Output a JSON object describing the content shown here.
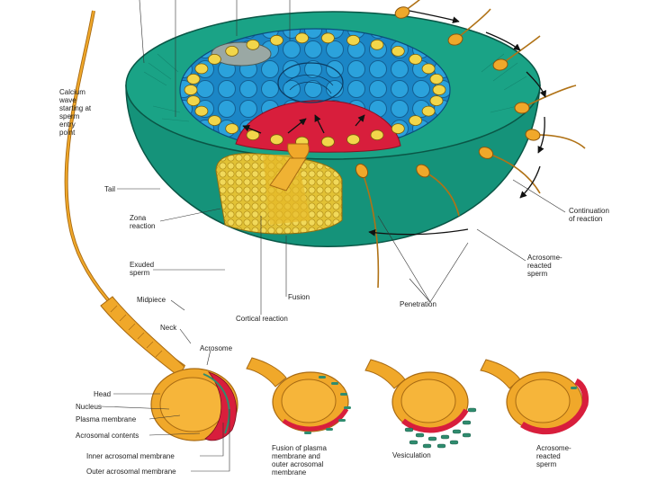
{
  "colors": {
    "zona": "#15937a",
    "zona_dark": "#0e6e5c",
    "egg_blue": "#2196d3",
    "vesicle": "#e5c22a",
    "red": "#d81e3c",
    "yellow_cumulus": "#e8c93a",
    "sperm": "#f0a82a",
    "sperm_outline": "#a86a12",
    "inner_membrane": "#2f8c6f",
    "label": "#222222"
  },
  "labels": {
    "calcium_wave": "Calcium\nwave\nstarting at\nsperm\nentry\npoint",
    "tail": "Tail",
    "zona_reaction": "Zona\nreaction",
    "exuded_sperm": "Exuded\nsperm",
    "midpiece": "Midpiece",
    "neck": "Neck",
    "acrosome": "Acrosome",
    "head": "Head",
    "nucleus": "Nucleus",
    "plasma_membrane": "Plasma membrane",
    "acrosomal_contents": "Acrosomal contents",
    "inner_acrosomal_membrane": "Inner acrosomal membrane",
    "outer_acrosomal_membrane": "Outer acrosomal membrane",
    "fusion": "Fusion",
    "cortical_reaction": "Cortical reaction",
    "penetration": "Penetration",
    "continuation": "Continuation\nof reaction",
    "acrosome_reacted_sperm": "Acrosome-\nreacted\nsperm",
    "fusion_of_plasma": "Fusion of plasma\nmembrane and\nouter acrosomal\nmembrane",
    "vesiculation": "Vesiculation",
    "acrosome_reacted_bottom": "Acrosome-\nreacted\nsperm"
  },
  "icons": [
    "sperm-icon",
    "arrow-icon"
  ]
}
